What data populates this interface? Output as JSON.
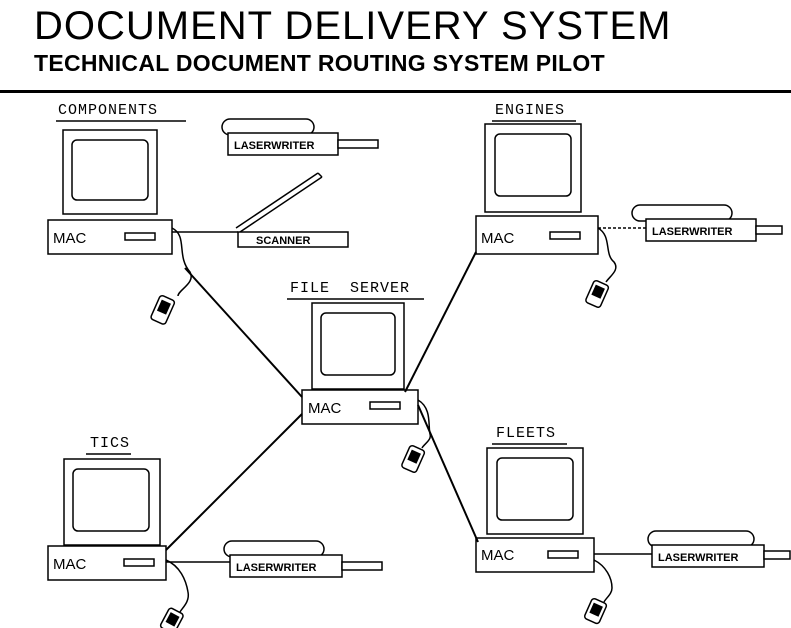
{
  "title": "DOCUMENT DELIVERY SYSTEM",
  "subtitle": "TECHNICAL DOCUMENT ROUTING SYSTEM PILOT",
  "nodes": {
    "components": "COMPONENTS",
    "engines": "ENGINES",
    "file_server": "FILE  SERVER",
    "tics": "TICS",
    "fleets": "FLEETS"
  },
  "mac_label": "MAC",
  "devices": {
    "laserwriter": "LASERWRITER",
    "scanner": "SCANNER"
  }
}
